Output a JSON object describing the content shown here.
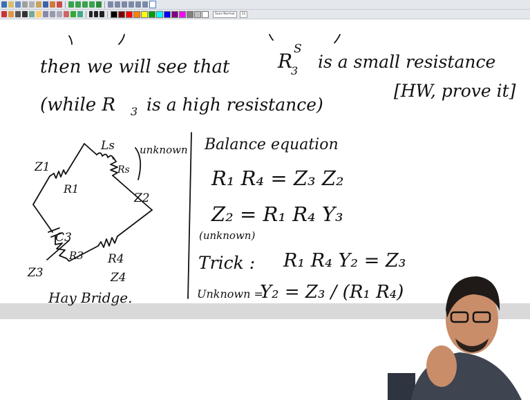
{
  "toolbar": {
    "font_name": "Sans Normal",
    "font_size": "12",
    "palette": [
      "#000000",
      "#7f0000",
      "#ff0000",
      "#ff8000",
      "#ffff00",
      "#00a000",
      "#00ffff",
      "#0000ff",
      "#800080",
      "#ff00ff",
      "#808080",
      "#c0c0c0",
      "#ffffff"
    ]
  },
  "notes": {
    "line1": "then we will see that",
    "line1_symbol": "R",
    "line1_sup": "S",
    "line1_sub": "3",
    "line1_rest": "is a small resistance",
    "line2": "(while R",
    "line2_sub": "3",
    "line2_rest": "is a high resistance)",
    "homework": "[HW, prove it]",
    "circuit": {
      "z1": "Z1",
      "ls": "Ls",
      "rs": "Rs",
      "unknown": "unknown",
      "r1": "R1",
      "z2": "Z2",
      "c3": "C3",
      "r3": "R3",
      "r4": "R4",
      "z3": "Z3",
      "z4": "Z4",
      "caption": "Hay Bridge."
    },
    "eq": {
      "heading": "Balance equation",
      "e1": "R₁ R₄ = Z₃ Z₂",
      "e2": "Z₂ = R₁ R₄ Y₃",
      "e2_note": "(unknown)",
      "e3_label": "Trick :",
      "e3": "R₁ R₄ Y₂ = Z₃",
      "e4_label": "Unknown =",
      "e4": "Y₂ = Z₃ / (R₁ R₄)"
    }
  }
}
